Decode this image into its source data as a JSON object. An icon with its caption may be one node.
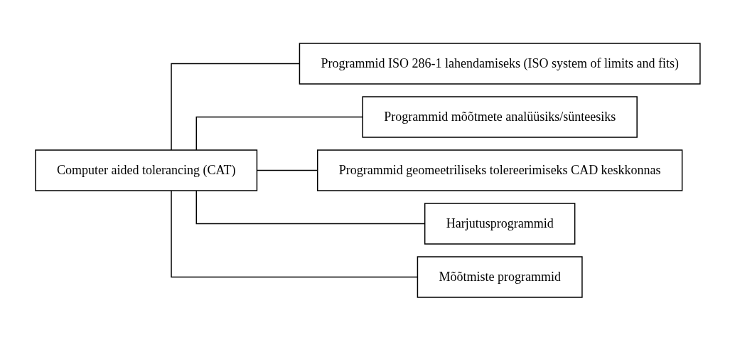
{
  "diagram": {
    "nodes": [
      {
        "text": [
          "Computer aided tolerancing (CAT)"
        ]
      },
      {
        "text": [
          "Programmid ISO 286-1 lahendamiseks (ISO system of limits and fits)"
        ]
      },
      {
        "text": [
          "Programmid mõõtmete analüüsiks/sünteesiks"
        ]
      },
      {
        "text": [
          "Programmid geomeetriliseks tolereerimiseks CAD keskkonnas"
        ]
      },
      {
        "text": [
          "Harjutusprogrammid"
        ]
      },
      {
        "text": [
          "Mõõtmiste programmid"
        ]
      }
    ],
    "edges": [
      {
        "from": 0,
        "to": 1,
        "arrow": "none"
      },
      {
        "from": 0,
        "to": 2,
        "arrow": "none"
      },
      {
        "from": 0,
        "to": 3,
        "arrow": "none"
      },
      {
        "from": 0,
        "to": 4,
        "arrow": "none"
      },
      {
        "from": 0,
        "to": 5,
        "arrow": "none"
      }
    ]
  }
}
